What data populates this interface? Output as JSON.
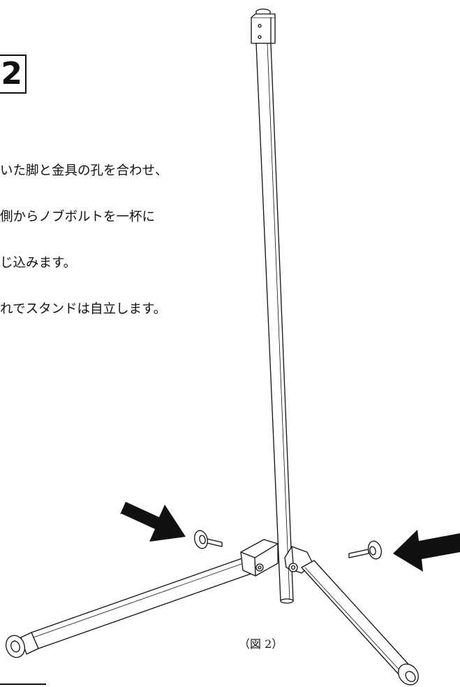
{
  "step": {
    "number": "2"
  },
  "instructions": {
    "lines": [
      "いた脚と金具の孔を合わせ、",
      "側からノブボルトを一杯に",
      "じ込みます。",
      "れでスタンドは自立します。"
    ]
  },
  "figure": {
    "caption": "（図 2）"
  }
}
